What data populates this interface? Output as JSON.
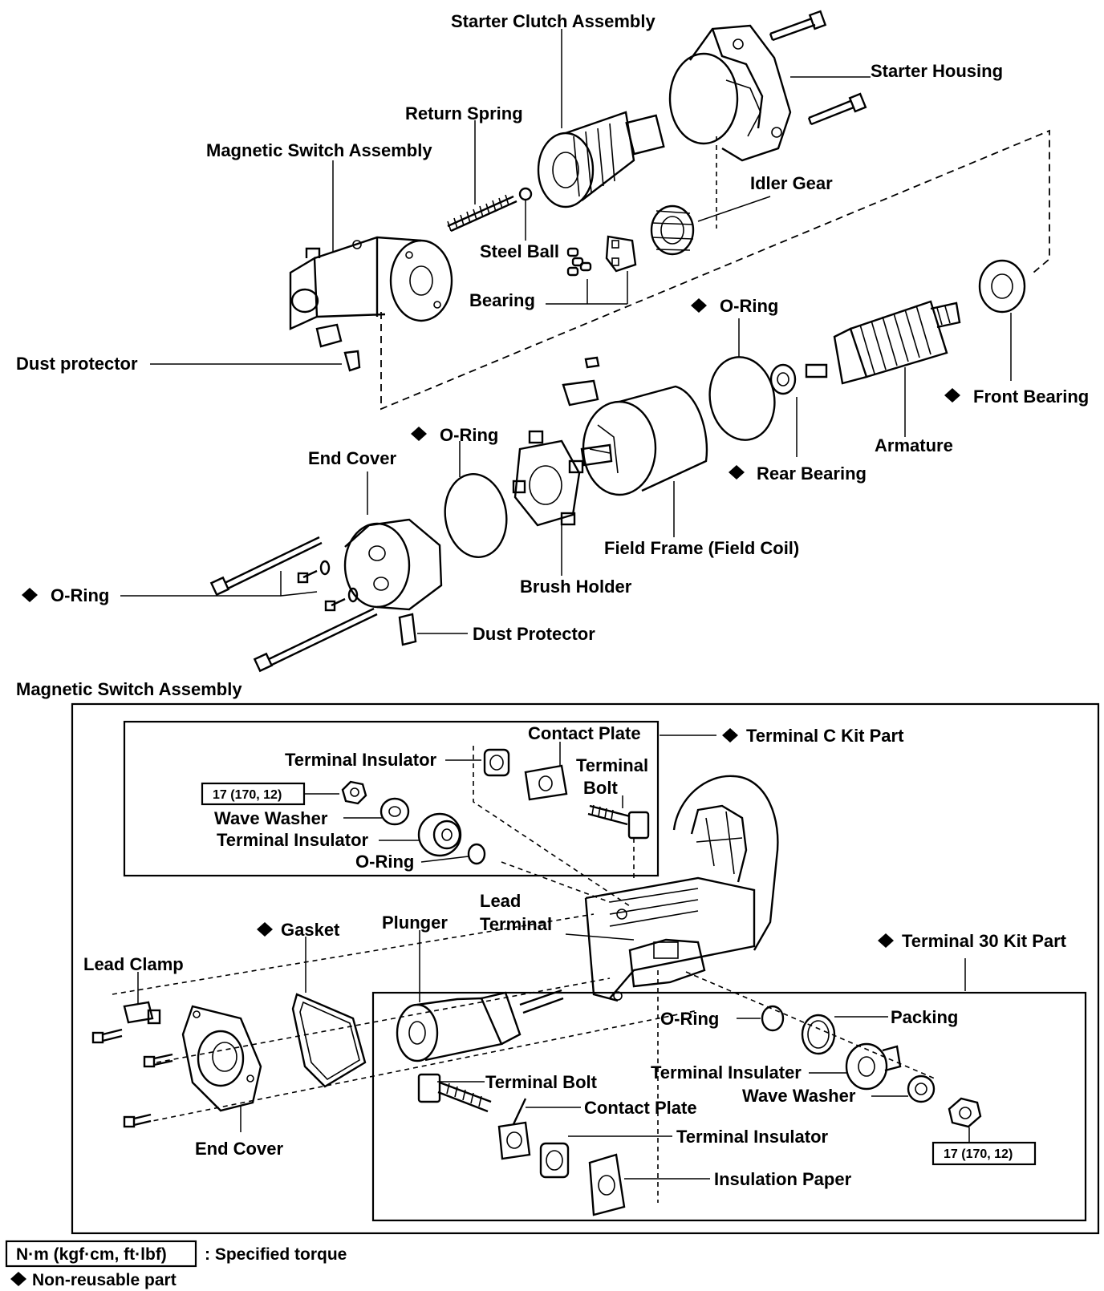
{
  "diagram": {
    "section_title": "Magnetic Switch Assembly",
    "labels": {
      "starter_clutch_assembly": "Starter Clutch Assembly",
      "starter_housing": "Starter Housing",
      "return_spring": "Return Spring",
      "magnetic_switch_assembly": "Magnetic Switch Assembly",
      "idler_gear": "Idler Gear",
      "steel_ball": "Steel Ball",
      "bearing": "Bearing",
      "o_ring_top": "O-Ring",
      "dust_protector_top": "Dust protector",
      "front_bearing": "Front Bearing",
      "o_ring_mid": "O-Ring",
      "end_cover_top": "End Cover",
      "armature": "Armature",
      "rear_bearing": "Rear Bearing",
      "field_frame": "Field Frame (Field Coil)",
      "o_ring_left": "O-Ring",
      "brush_holder": "Brush Holder",
      "dust_protector_bottom": "Dust Protector",
      "contact_plate_c": "Contact Plate",
      "terminal_c_kit_part": "Terminal C Kit Part",
      "terminal_insulator_c1": "Terminal Insulator",
      "terminal_bolt_c_line1": "Terminal",
      "terminal_bolt_c_line2": "Bolt",
      "torque_c": "17 (170, 12)",
      "wave_washer_c": "Wave Washer",
      "terminal_insulator_c2": "Terminal Insulator",
      "o_ring_c": "O-Ring",
      "lead_terminal_line1": "Lead",
      "lead_terminal_line2": "Terminal",
      "gasket": "Gasket",
      "plunger": "Plunger",
      "terminal_30_kit_part": "Terminal 30 Kit Part",
      "lead_clamp": "Lead Clamp",
      "o_ring_30": "O-Ring",
      "packing": "Packing",
      "terminal_insulater_30": "Terminal Insulater",
      "wave_washer_30": "Wave Washer",
      "terminal_bolt_30": "Terminal Bolt",
      "contact_plate_30": "Contact Plate",
      "terminal_insulator_30": "Terminal Insulator",
      "insulation_paper": "Insulation Paper",
      "end_cover_bottom": "End Cover",
      "torque_30": "17 (170, 12)"
    },
    "non_reusable_marker": "◆"
  },
  "legend": {
    "torque_unit": "N·m (kgf·cm, ft·lbf)",
    "torque_desc": ": Specified torque",
    "non_reusable_marker": "◆",
    "non_reusable_desc": "Non-reusable part"
  }
}
